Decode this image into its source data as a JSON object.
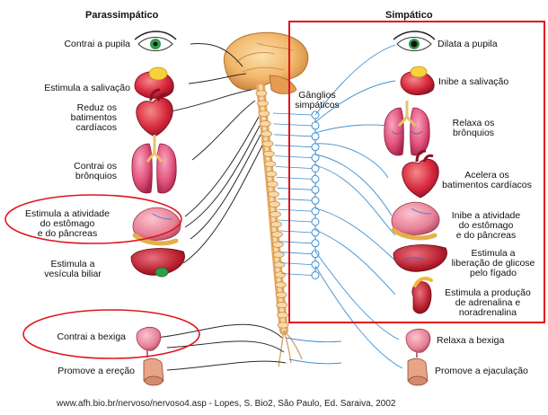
{
  "headers": {
    "parasympathetic": "Parassimpático",
    "sympathetic": "Simpático"
  },
  "ganglia_label": [
    "Gânglios",
    "simpáticos"
  ],
  "parasympathetic": [
    {
      "organ": "eye",
      "lines": [
        "Contrai a pupila"
      ]
    },
    {
      "organ": "salivary-gland",
      "lines": [
        "Estimula a salivação"
      ]
    },
    {
      "organ": "heart",
      "lines": [
        "Reduz os",
        "batimentos",
        "cardíacos"
      ]
    },
    {
      "organ": "lungs",
      "lines": [
        "Contrai os",
        "brônquios"
      ]
    },
    {
      "organ": "stomach-pancreas",
      "lines": [
        "Estimula a atividade",
        "do estômago",
        "e do pâncreas"
      ]
    },
    {
      "organ": "gallbladder",
      "lines": [
        "Estimula a",
        "vesícula biliar"
      ]
    },
    {
      "organ": "bladder",
      "lines": [
        "Contrai a bexiga"
      ]
    },
    {
      "organ": "genitals",
      "lines": [
        "Promove a ereção"
      ]
    }
  ],
  "sympathetic": [
    {
      "organ": "eye",
      "lines": [
        "Dilata a pupila"
      ]
    },
    {
      "organ": "salivary-gland",
      "lines": [
        "Inibe a salivação"
      ]
    },
    {
      "organ": "lungs",
      "lines": [
        "Relaxa os",
        "brônquios"
      ]
    },
    {
      "organ": "heart",
      "lines": [
        "Acelera os",
        "batimentos cardíacos"
      ]
    },
    {
      "organ": "stomach-pancreas",
      "lines": [
        "Inibe a atividade",
        "do estômago",
        "e do pâncreas"
      ]
    },
    {
      "organ": "liver",
      "lines": [
        "Estimula a",
        "liberação de glicose",
        "pelo fígado"
      ]
    },
    {
      "organ": "adrenal-kidney",
      "lines": [
        "Estimula a produção",
        "de adrenalina e",
        "noradrenalina"
      ]
    },
    {
      "organ": "bladder",
      "lines": [
        "Relaxa a bexiga"
      ]
    },
    {
      "organ": "genitals",
      "lines": [
        "Promove a ejaculação"
      ]
    }
  ],
  "source": "www.afh.bio.br/nervoso/nervoso4.asp - Lopes, S. Bio2, São Paulo, Ed. Saraiva, 2002",
  "colors": {
    "highlight": "#e0141e",
    "nerve_dark": "#2a2a2a",
    "nerve_blue": "#3d8fcf",
    "organ_red": "#d82a3e",
    "organ_pink": "#ea6a8a",
    "brain": "#f2b76a",
    "spine": "#f4c98d"
  }
}
